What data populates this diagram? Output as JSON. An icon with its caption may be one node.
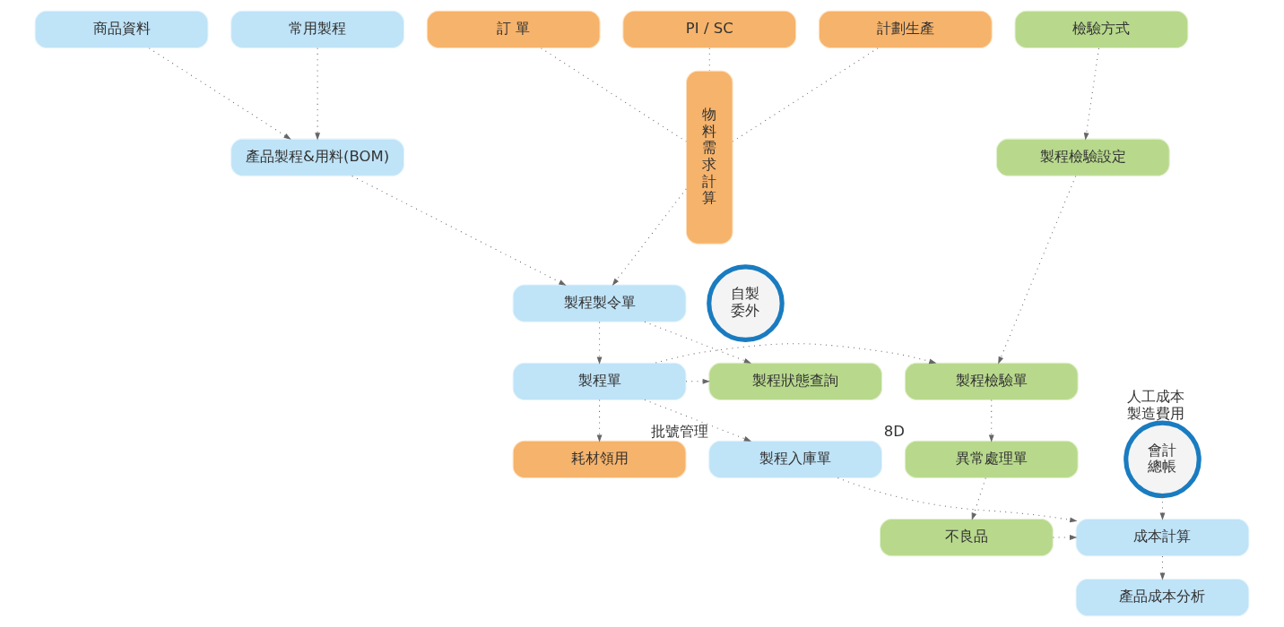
{
  "diagram": {
    "nodes": [
      {
        "text": [
          "商品資料"
        ]
      },
      {
        "text": [
          "常用製程"
        ]
      },
      {
        "text": [
          "檢驗方式"
        ]
      },
      {
        "text": [
          "產品製程&用料(BOM)"
        ]
      },
      {
        "text": [
          "製程檢驗設定"
        ]
      },
      {
        "text": [
          "訂 單"
        ]
      },
      {
        "text": [
          "PI / SC"
        ]
      },
      {
        "text": [
          "計劃生產"
        ]
      },
      {
        "text": [
          "物料需求計算"
        ]
      },
      {
        "text": [
          "製程製令單"
        ]
      },
      {
        "text": [
          "自製委外"
        ]
      },
      {
        "text": [
          "製程單"
        ]
      },
      {
        "text": [
          "製程檢驗單"
        ]
      },
      {
        "text": [
          "製程狀態查詢"
        ]
      },
      {
        "text": [
          "耗材領用"
        ]
      },
      {
        "text": [
          "製程入庫單"
        ],
        "beside": [
          "批號管理"
        ]
      },
      {
        "text": [
          "異常處理單"
        ],
        "beside": [
          "8D"
        ]
      },
      {
        "text": [
          "會計總帳"
        ],
        "beside": [
          "人工成本",
          "製造費用"
        ]
      },
      {
        "text": [
          "不良品"
        ]
      },
      {
        "text": [
          "成本計算"
        ]
      },
      {
        "text": [
          "產品成本分析"
        ]
      }
    ],
    "edges": [
      {
        "from": 0,
        "to": 3,
        "arrow": "to",
        "style": "dashed"
      },
      {
        "from": 1,
        "to": 3,
        "arrow": "to",
        "style": "dashed"
      },
      {
        "from": 2,
        "to": 4,
        "arrow": "to",
        "style": "dashed"
      },
      {
        "from": 3,
        "to": 9,
        "arrow": "to",
        "style": "dashed"
      },
      {
        "from": 5,
        "to": 8,
        "arrow": "none",
        "style": "dashed"
      },
      {
        "from": 6,
        "to": 8,
        "arrow": "none",
        "style": "dashed"
      },
      {
        "from": 7,
        "to": 8,
        "arrow": "none",
        "style": "dashed"
      },
      {
        "from": 8,
        "to": 9,
        "arrow": "to",
        "style": "dashed"
      },
      {
        "from": 9,
        "to": 11,
        "arrow": "to",
        "style": "dashed"
      },
      {
        "from": 9,
        "to": 13,
        "arrow": "to",
        "style": "dashed"
      },
      {
        "from": 4,
        "to": 12,
        "arrow": "to",
        "style": "dashed"
      },
      {
        "from": 11,
        "to": 12,
        "arrow": "to",
        "style": "dashed"
      },
      {
        "from": 11,
        "to": 15,
        "arrow": "to",
        "style": "dashed"
      },
      {
        "from": 11,
        "to": 14,
        "arrow": "to",
        "style": "dashed"
      },
      {
        "from": 11,
        "to": 13,
        "arrow": "to",
        "style": "dashed"
      },
      {
        "from": 12,
        "to": 16,
        "arrow": "to",
        "style": "dashed"
      },
      {
        "from": 16,
        "to": 18,
        "arrow": "to",
        "style": "dashed"
      },
      {
        "from": 15,
        "to": 19,
        "arrow": "to",
        "style": "dashed"
      },
      {
        "from": 17,
        "to": 19,
        "arrow": "to",
        "style": "dashed"
      },
      {
        "from": 18,
        "to": 19,
        "arrow": "to",
        "style": "dashed"
      },
      {
        "from": 19,
        "to": 20,
        "arrow": "to",
        "style": "dashed"
      }
    ]
  }
}
